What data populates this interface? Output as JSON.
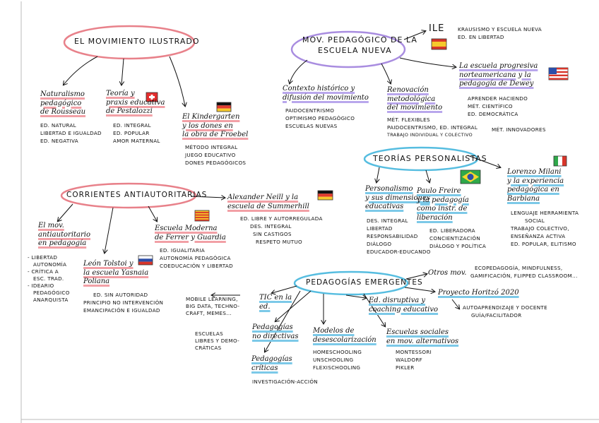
{
  "title": {
    "ilustrado": "EL MOVIMIENTO ILUSTRADO",
    "escuela_nueva": [
      "MOV. PEDAGÓGICO DE LA",
      "ESCUELA NUEVA"
    ],
    "antiautoritarias": "CORRIENTES ANTIAUTORITARIAS",
    "personalistas": "TEORÍAS PERSONALISTAS",
    "emergentes": "PEDAGOGÍAS EMERGENTES"
  },
  "ilustrado": {
    "rousseau": {
      "heading": [
        "Naturalismo",
        "pedagógico",
        "de Rousseau"
      ],
      "items": [
        "ED. NATURAL",
        "LIBERTAD E IGUALDAD",
        "ED. NEGATIVA"
      ]
    },
    "pestalozzi": {
      "heading": [
        "Teoría y",
        "praxis educativa",
        "de Pestalozzi"
      ],
      "items": [
        "ED. INTEGRAL",
        "ED. POPULAR",
        "AMOR MATERNAL"
      ]
    },
    "froebel": {
      "heading": [
        "El Kindergarten",
        "y los dones en",
        "la obra de Froebel"
      ],
      "items": [
        "MÉTODO INTEGRAL",
        "JUEGO EDUCATIVO",
        "DONES PEDAGÓGICOS"
      ]
    }
  },
  "escuela_nueva": {
    "ile": {
      "label": "ILE",
      "items": [
        "KRAUSISMO Y ESCUELA NUEVA",
        "ED. EN LIBERTAD"
      ]
    },
    "dewey": {
      "heading": [
        "La escuela progresiva",
        "norteamericana y la",
        "pedagogía de Dewey"
      ],
      "items": [
        "APRENDER HACIENDO",
        "MÉT. CIENTÍFICO",
        "ED. DEMOCRÁTICA",
        "MÉT. INNOVADORES"
      ]
    },
    "contexto": {
      "heading": [
        "Contexto histórico y",
        "difusión del movimiento"
      ],
      "items": [
        "PAIDOCENTRISMO",
        "OPTIMISMO PEDAGÓGICO",
        "ESCUELAS NUEVAS"
      ]
    },
    "renovacion": {
      "heading": [
        "Renovación",
        "metodológica",
        "del movimiento"
      ],
      "items": [
        "MÉT. FLEXIBLES",
        "PAIDOCENTRISMO, ED. INTEGRAL",
        "TRABAJO INDIVIDUAL Y COLECTIVO"
      ]
    }
  },
  "personalistas": {
    "personalismo": {
      "heading": [
        "Personalismo",
        "y sus dimensiones",
        "educativas"
      ],
      "items": [
        "DES. INTEGRAL",
        "LIBERTAD",
        "RESPONSABILIDAD",
        "DIÁLOGO",
        "EDUCADOR-EDUCANDO"
      ]
    },
    "freire": {
      "heading": [
        "Paulo Freire",
        "y la pedagogía",
        "como instr. de",
        "liberación"
      ],
      "items": [
        "ED. LIBERADORA",
        "CONCIENTIZACIÓN",
        "DIÁLOGO Y POLÍTICA"
      ]
    },
    "milani": {
      "heading": [
        "Lorenzo Milani",
        "y la experiencia",
        "pedagógica en",
        "Barbiana"
      ],
      "items": [
        "LENGUAJE HERRAMIENTA",
        "SOCIAL",
        "TRABAJO COLECTIVO,",
        "ENSEÑANZA ACTIVA",
        "ED. POPULAR, ELITISMO"
      ]
    }
  },
  "antiautoritarias": {
    "neill": {
      "heading": [
        "Alexander Neill y la",
        "escuela de Summerhill"
      ],
      "items": [
        "ED. LIBRE Y AUTORREGULADA",
        "DES. INTEGRAL",
        "SIN CASTIGOS",
        "RESPETO MUTUO"
      ]
    },
    "movimiento": {
      "heading": [
        "El mov.",
        "antiautoritario",
        "en pedagogía"
      ],
      "items": [
        "- LIBERTAD",
        "AUTONOMÍA",
        "- CRÍTICA A",
        "ESC. TRAD.",
        "- IDEARIO",
        "PEDAGÓGICO",
        "ANARQUISTA"
      ]
    },
    "tolstoi": {
      "heading": [
        "León Tolstoi y",
        "la escuela Yasnaia",
        "Poliana"
      ],
      "items": [
        "ED. SIN AUTORIDAD",
        "PRINCIPIO NO INTERVENCIÓN",
        "EMANCIPACIÓN E IGUALDAD"
      ]
    },
    "ferrer": {
      "heading": [
        "Escuela Moderna",
        "de Ferrer y Guardia"
      ],
      "items": [
        "ED. IGUALITARIA",
        "AUTONOMÍA PEDAGÓGICA",
        "COEDUCACIÓN Y LIBERTAD"
      ]
    }
  },
  "emergentes": {
    "otros": {
      "label": "Otros mov.",
      "items": [
        "ECOPEDAGOGÍA, MINDFULNESS,",
        "GAMIFICACIÓN, FLIPPED CLASSROOM..."
      ]
    },
    "horizonte": {
      "label": "Proyecto Horitzó 2020",
      "items": [
        "AUTOAPRENDIZAJE Y DOCENTE",
        "GUÍA/FACILITADOR"
      ]
    },
    "tic": {
      "heading": [
        "TIC en la",
        "ed."
      ],
      "items": [
        "MOBILE LEARNING,",
        "BIG DATA, TECHNO-",
        "CRAFT, MEMES..."
      ]
    },
    "disruptiva": {
      "heading": [
        "Ed. disruptiva y",
        "coaching educativo"
      ]
    },
    "no_directivas": {
      "heading": [
        "Pedagogías",
        "no directivas"
      ],
      "items": [
        "ESCUELAS",
        "LIBRES Y DEMO-",
        "CRÁTICAS"
      ]
    },
    "criticas": {
      "heading": [
        "Pedagogías",
        "críticas"
      ],
      "items": [
        "INVESTIGACIÓN-ACCIÓN"
      ]
    },
    "desescolarizacion": {
      "heading": [
        "Modelos de",
        "desescolarización"
      ],
      "items": [
        "HOMESCHOOLING",
        "UNSCHOOLING",
        "FLEXISCHOOLING"
      ]
    },
    "alternativas": {
      "heading": [
        "Escuelas sociales",
        "en mov. alternativos"
      ],
      "items": [
        "MONTESSORI",
        "WALDORF",
        "PIKLER"
      ]
    }
  },
  "colors": {
    "red_bubble": "#e8818a",
    "purple_bubble": "#a98de0",
    "blue_bubble": "#56bde0",
    "pink_highlight": "#f2a0a6",
    "blue_highlight": "#7cc9e8",
    "purple_highlight": "#b9a7ec"
  },
  "icons": [
    "flag-switzerland-icon",
    "flag-germany-icon",
    "flag-spain-icon",
    "flag-usa-icon",
    "flag-brazil-icon",
    "flag-italy-icon",
    "flag-catalonia-icon",
    "flag-russia-icon"
  ]
}
